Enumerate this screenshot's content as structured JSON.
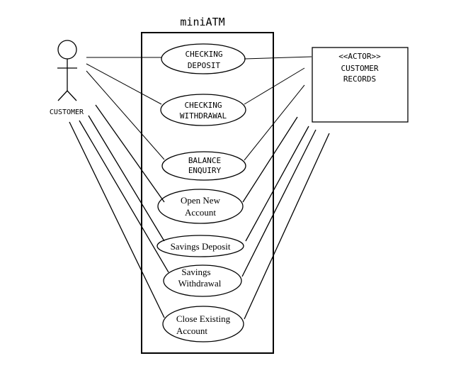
{
  "system": {
    "name": "miniATM"
  },
  "actors": {
    "customer": {
      "label": "CUSTOMER"
    },
    "customer_records": {
      "stereotype": "<<ACTOR>>",
      "line1": "CUSTOMER",
      "line2": "RECORDS"
    }
  },
  "use_cases": {
    "checking_deposit": {
      "line1": "CHECKING",
      "line2": "DEPOSIT"
    },
    "checking_withdrawal": {
      "line1": "CHECKING",
      "line2": "WITHDRAWAL"
    },
    "balance_enquiry": {
      "line1": "BALANCE",
      "line2": "ENQUIRY"
    },
    "open_new_account": {
      "line1": "Open New",
      "line2": "Account"
    },
    "savings_deposit": {
      "line1": "Savings Deposit"
    },
    "savings_withdrawal": {
      "line1": "Savings",
      "line2": "Withdrawal"
    },
    "close_existing_account": {
      "line1": "Close Existing",
      "line2": "Account"
    }
  },
  "colors": {
    "ink": "#000000",
    "background": "#ffffff"
  }
}
